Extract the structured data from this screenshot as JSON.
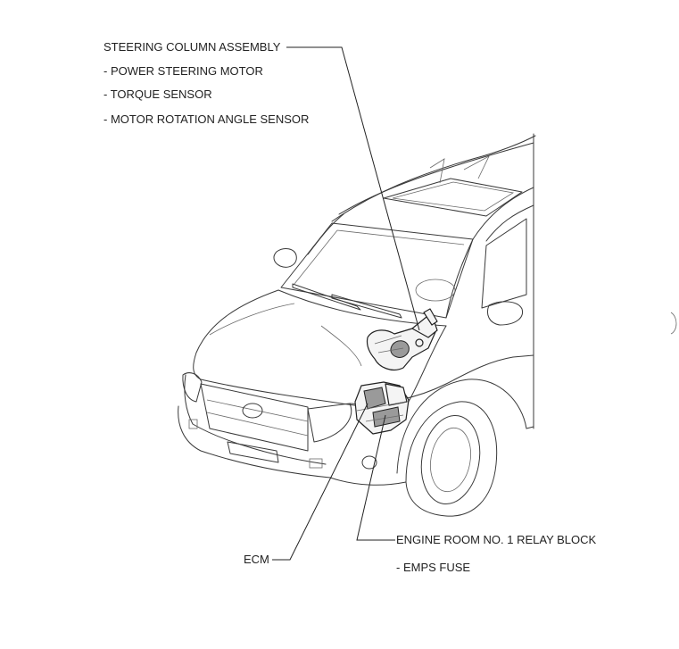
{
  "labels": {
    "steering_column": "STEERING COLUMN ASSEMBLY",
    "power_steering_motor": "- POWER STEERING MOTOR",
    "torque_sensor": "- TORQUE SENSOR",
    "motor_rotation_angle_sensor": "- MOTOR ROTATION ANGLE SENSOR",
    "ecm": "ECM",
    "relay_block": "ENGINE ROOM NO. 1 RELAY BLOCK",
    "emps_fuse": "- EMPS FUSE"
  },
  "colors": {
    "line": "#3a3a3a",
    "text": "#222222",
    "background": "#ffffff"
  }
}
